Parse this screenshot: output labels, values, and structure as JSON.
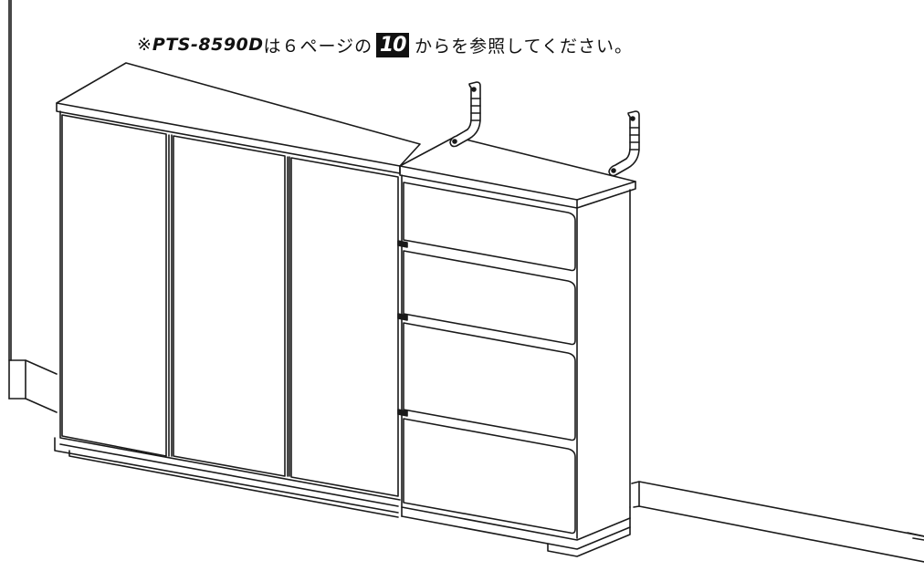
{
  "instruction": {
    "prefix": "※",
    "model": "PTS-8590D",
    "text_before_step": "は６ページの",
    "step_number": "10",
    "text_after_step": "からを参照してください。"
  },
  "colors": {
    "line": "#1a1a1a",
    "step_box_background": "#111111",
    "step_box_text": "#ffffff"
  }
}
